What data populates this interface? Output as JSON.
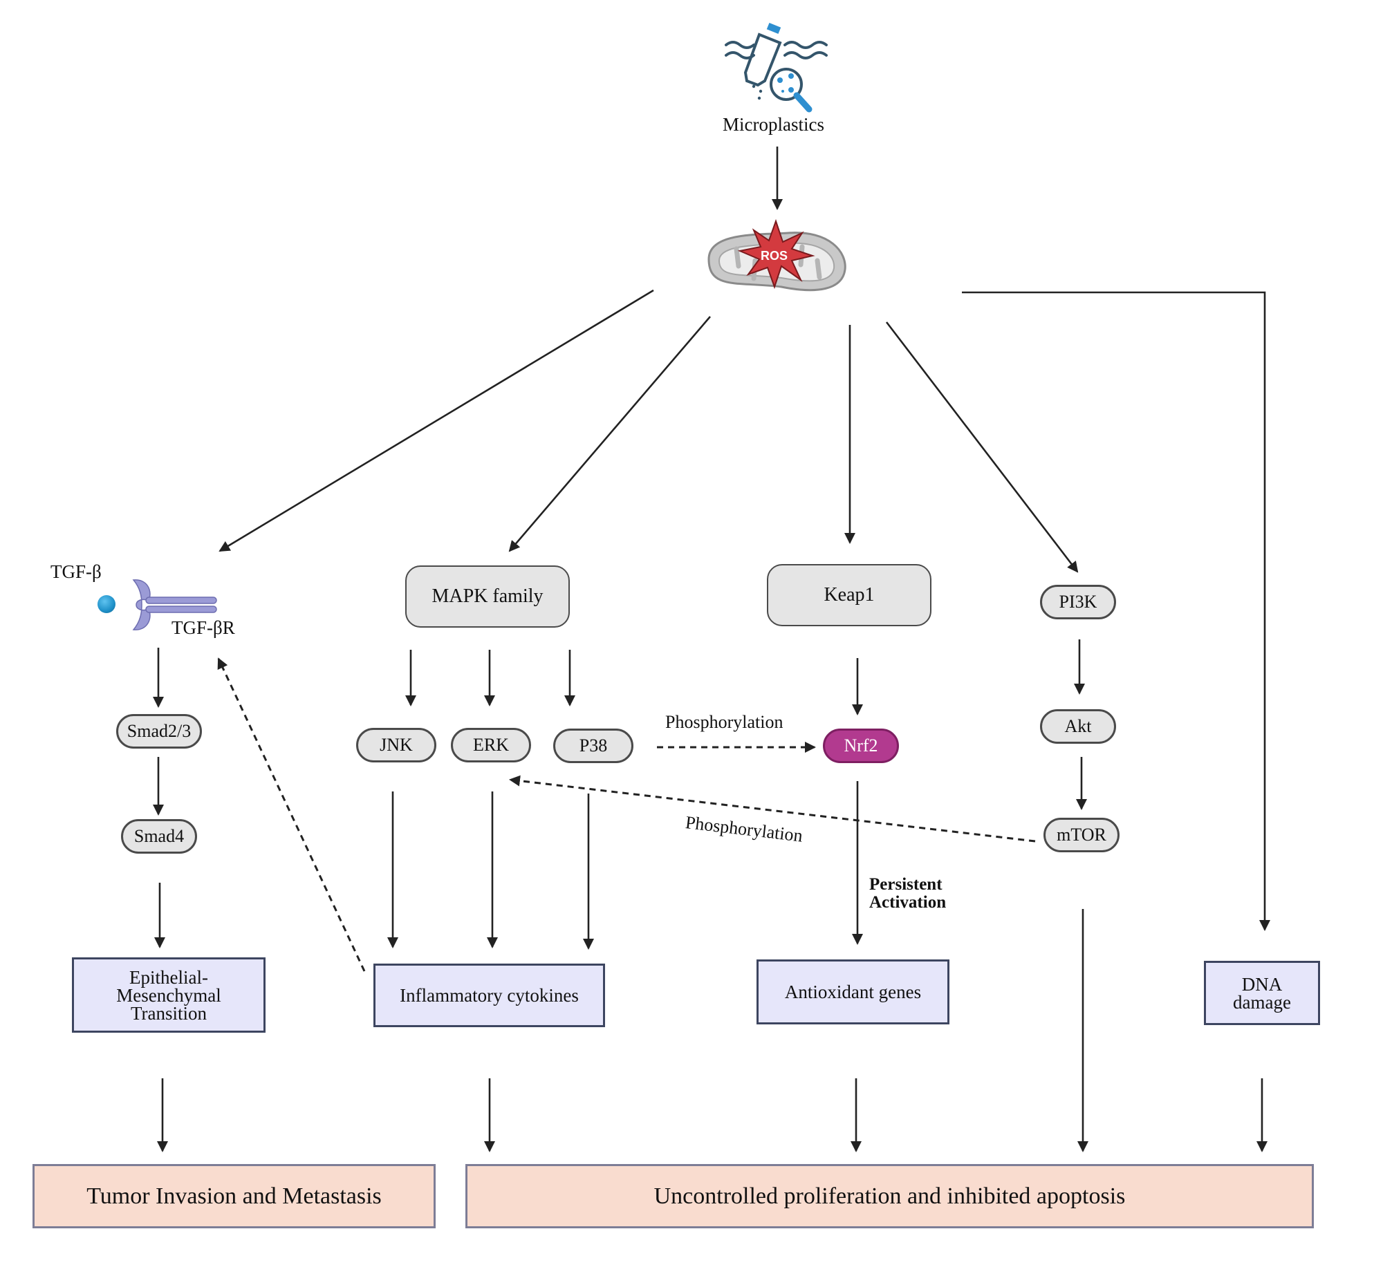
{
  "source": {
    "label": "Microplastics",
    "icon": "microplastics-icon"
  },
  "mitochondrion": {
    "label": "ROS",
    "icon": "mitochondrion-icon"
  },
  "tgf": {
    "ligand_label": "TGF-β",
    "receptor_label": "TGF-βR"
  },
  "smad": {
    "smad23": "Smad2/3",
    "smad4": "Smad4"
  },
  "mapk": {
    "family": "MAPK family",
    "jnk": "JNK",
    "erk": "ERK",
    "p38": "P38"
  },
  "keap": {
    "keap1": "Keap1",
    "nrf2": "Nrf2"
  },
  "pi3k": {
    "pi3k": "PI3K",
    "akt": "Akt",
    "mtor": "mTOR"
  },
  "edge_labels": {
    "phos_to_nrf2": "Phosphorylation",
    "phos_from_mtor": "Phosphorylation",
    "persistent_1": "Persistent",
    "persistent_2": "Activation"
  },
  "processes": {
    "emt_1": "Epithelial-",
    "emt_2": "Mesenchymal",
    "emt_3": "Transition",
    "cytokines": "Inflammatory cytokines",
    "antioxidant": "Antioxidant genes",
    "dna_1": "DNA",
    "dna_2": "damage"
  },
  "outcomes": {
    "tumor": "Tumor Invasion and Metastasis",
    "proliferation": "Uncontrolled proliferation and inhibited apoptosis"
  },
  "colors": {
    "node_fill": "#e5e5e5",
    "nrf2_fill": "#b23a8f",
    "process_fill": "#e6e6fa",
    "outcome_fill": "#f9dccf",
    "ros_red": "#d33a3f",
    "receptor_purple": "#9b9bd6",
    "ligand_blue": "#1e90c8"
  }
}
